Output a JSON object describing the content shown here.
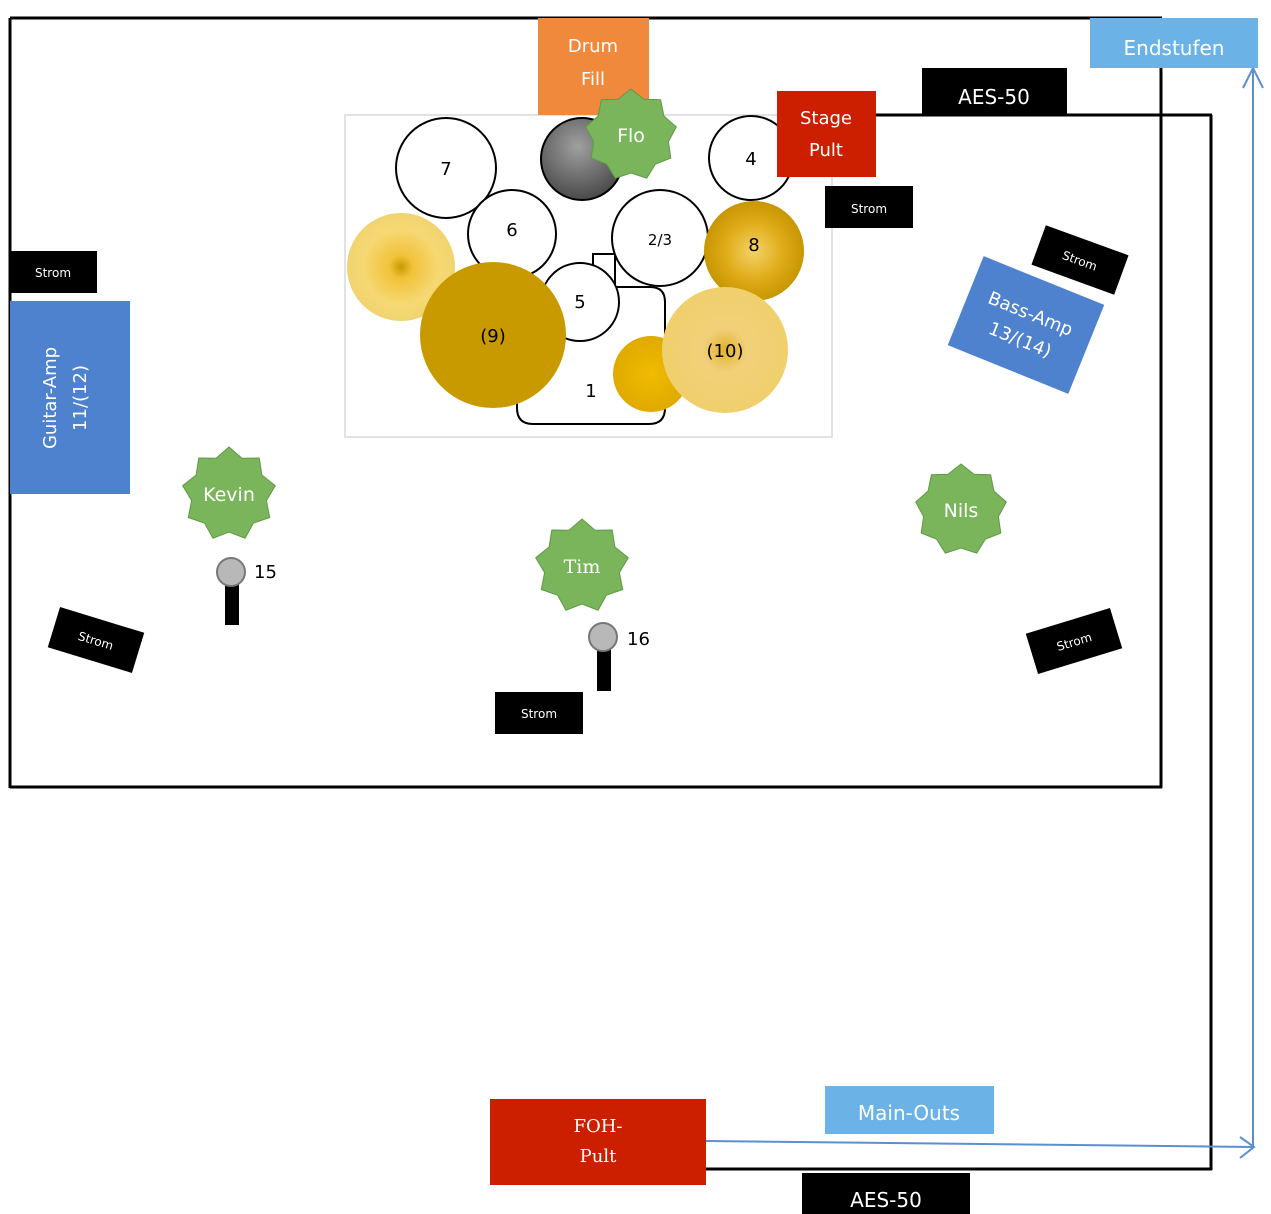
{
  "labels": {
    "drum_fill": [
      "Drum",
      "Fill"
    ],
    "endstufen": "Endstufen",
    "aes_top": "AES-50",
    "aes_bottom": "AES-50",
    "stage_pult": [
      "Stage",
      "Pult"
    ],
    "foh_pult": [
      "FOH-",
      "Pult"
    ],
    "main_outs": "Main-Outs",
    "guitar_amp": [
      "Guitar-Amp",
      "11/(12)"
    ],
    "bass_amp": [
      "Bass-Amp",
      "13/(14)"
    ],
    "strom": "Strom"
  },
  "musicians": {
    "flo": "Flo",
    "kevin": "Kevin",
    "tim": "Tim",
    "nils": "Nils"
  },
  "drums": {
    "d7": "7",
    "d6": "6",
    "d4": "4",
    "d23": "2/3",
    "d5": "5",
    "d1": "1",
    "c8": "8",
    "c9": "(9)",
    "c10": "(10)"
  },
  "mics": {
    "m15": "15",
    "m16": "16"
  },
  "colors": {
    "orange": "#f0893b",
    "red": "#cc1f00",
    "blue_box": "#4e82cf",
    "light_blue": "#6bb3e6",
    "green": "#7ab55c",
    "cymbal_dark": "#c99a00",
    "cymbal_light": "#f2cf5b",
    "black": "#000000",
    "arrow_blue": "#5b8fd2"
  }
}
